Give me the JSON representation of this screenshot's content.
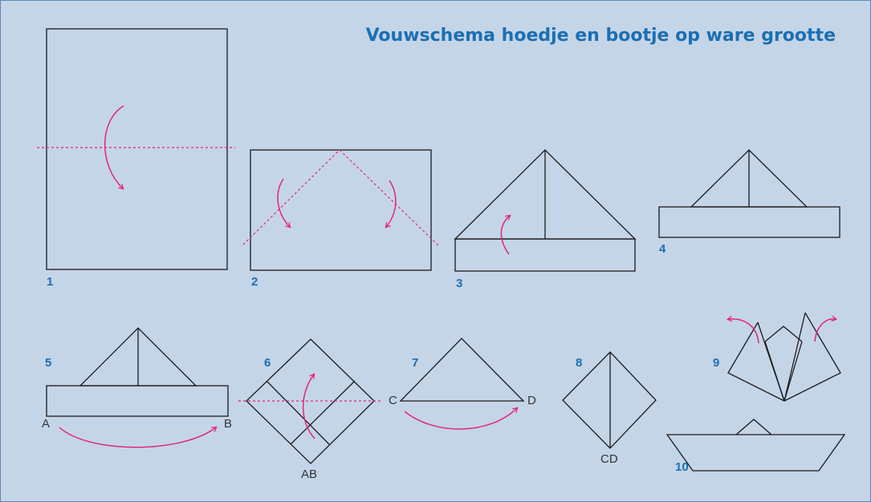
{
  "title": "Vouwschema hoedje en bootje op ware grootte",
  "steps": [
    "1",
    "2",
    "3",
    "4",
    "5",
    "6",
    "7",
    "8",
    "9",
    "10"
  ],
  "points": {
    "a": "A",
    "b": "B",
    "c": "C",
    "d": "D",
    "ab": "AB",
    "cd": "CD"
  },
  "colors": {
    "background": "#c5d5e8",
    "title": "#1b6fb3",
    "step_number": "#1b6fb3",
    "fold_line": "#e0267a",
    "outline": "#1a1a1a"
  }
}
